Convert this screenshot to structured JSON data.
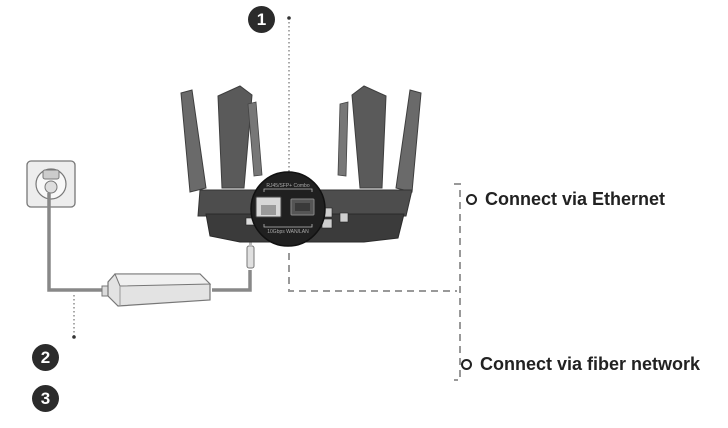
{
  "steps": [
    "1",
    "2",
    "3"
  ],
  "options": {
    "ethernet": "Connect via Ethernet",
    "fiber": "Connect via fiber network"
  },
  "router_ports": {
    "combo_label": "RJ45/SFP+ Combo",
    "wan_label": "10Gbps WAN/LAN"
  },
  "colors": {
    "router_body": "#5a5a5a",
    "router_dark": "#3a3a3a",
    "badge": "#2b2b2b",
    "outline": "#777777",
    "dashed_line": "#999999"
  }
}
